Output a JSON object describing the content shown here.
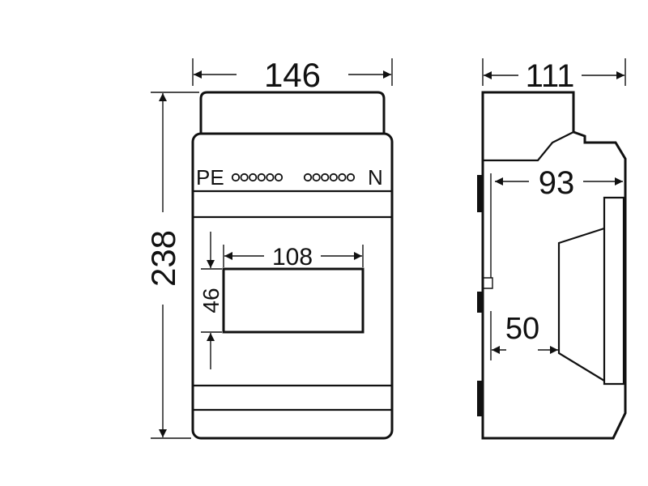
{
  "dimensions": {
    "width_front": "146",
    "height_front": "238",
    "window_width": "108",
    "window_height": "46",
    "depth_side": "111",
    "inner_depth": "93",
    "module_depth": "50"
  },
  "terminals": {
    "pe_label": "PE",
    "n_label": "N",
    "left_terminal_count": 6,
    "right_terminal_count": 6
  },
  "colors": {
    "line": "#111111",
    "background": "#ffffff"
  }
}
